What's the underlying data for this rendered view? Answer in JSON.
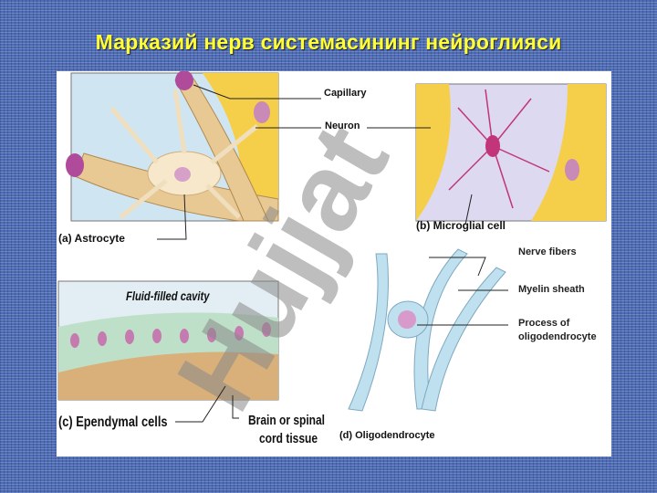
{
  "slide": {
    "title": "Марказий нерв системасининг нейроглияси"
  },
  "watermark": "Hujjat",
  "figure": {
    "astrocyte": {
      "caption": "(a) Astrocyte",
      "labels": {
        "capillary": "Capillary",
        "neuron": "Neuron"
      }
    },
    "microglial": {
      "caption": "(b) Microglial cell"
    },
    "ependymal": {
      "caption": "(c) Ependymal cells",
      "cavity": "Fluid-filled cavity",
      "tissue_line1": "Brain or spinal",
      "tissue_line2": "cord tissue"
    },
    "oligodendrocyte": {
      "caption": "(d) Oligodendrocyte",
      "labels": {
        "nerve_fibers": "Nerve fibers",
        "myelin": "Myelin sheath",
        "process_line1": "Process of",
        "process_line2": "oligodendrocyte"
      }
    }
  },
  "colors": {
    "background": "#4d6cb3",
    "title": "#ffff33"
  }
}
